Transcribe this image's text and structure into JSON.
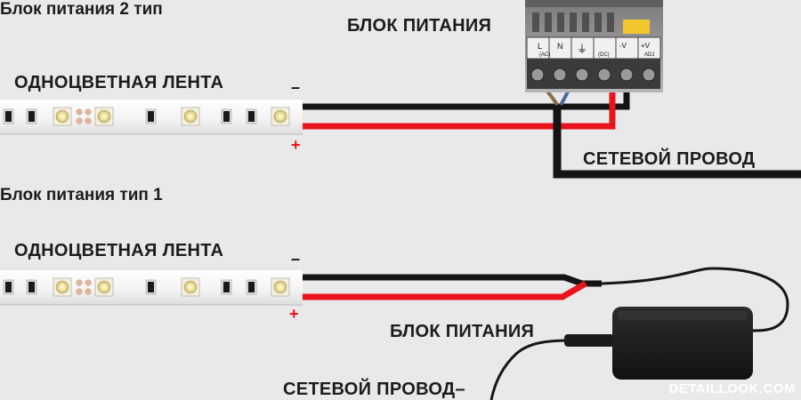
{
  "section_top": {
    "title": "Блок питания 2 тип",
    "strip_label": "ОДНОЦВЕТНАЯ ЛЕНТА",
    "minus": "–",
    "plus": "+",
    "psu_label": "БЛОК ПИТАНИЯ",
    "mains_label": "СЕТЕВОЙ ПРОВОД"
  },
  "section_bottom": {
    "title": "Блок питания тип 1",
    "strip_label": "ОДНОЦВЕТНАЯ ЛЕНТА",
    "minus": "–",
    "plus": "+",
    "psu_label": "БЛОК ПИТАНИЯ",
    "mains_label": "СЕТЕВОЙ ПРОВОД–"
  },
  "psu_terminals": {
    "l": "L",
    "n": "N",
    "ac": "(AC)",
    "ground_symbol": "⏚",
    "minus_v": "-V",
    "plus_v": "+V",
    "dc": "(DC)",
    "adj": "ADJ"
  },
  "watermark": "DETAILLOOK.COM",
  "colors": {
    "background": "#e9e9e9",
    "wire_red": "#e8141c",
    "wire_black": "#141414",
    "strip": "#f7f7f7",
    "psu_body": "#a8a8a8",
    "adapter_body": "#1d1d1d"
  }
}
